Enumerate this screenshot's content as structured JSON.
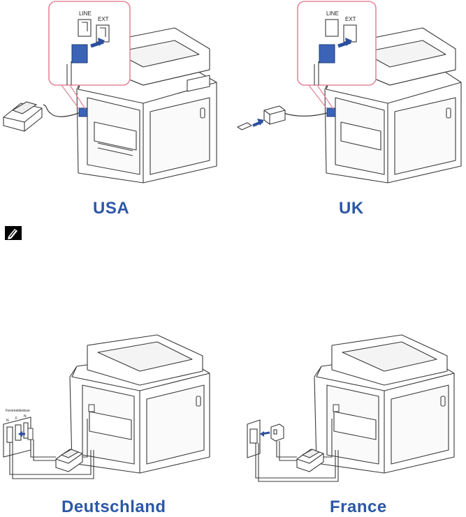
{
  "captions": {
    "usa": "USA",
    "uk": "UK",
    "germany": "Deutschland",
    "france": "France"
  },
  "port_labels": {
    "line": "LINE",
    "ext": "EXT"
  },
  "german_socket_label": "Fernmeldedose",
  "german_socket_letters": [
    "N",
    "F",
    "N"
  ],
  "colors": {
    "caption": "#2b57a7",
    "highlight_frame": "#e4879a",
    "connector": "#3b63b8",
    "line_art": "#3a3a3a"
  },
  "icons": {
    "note": "note-pencil-icon"
  }
}
